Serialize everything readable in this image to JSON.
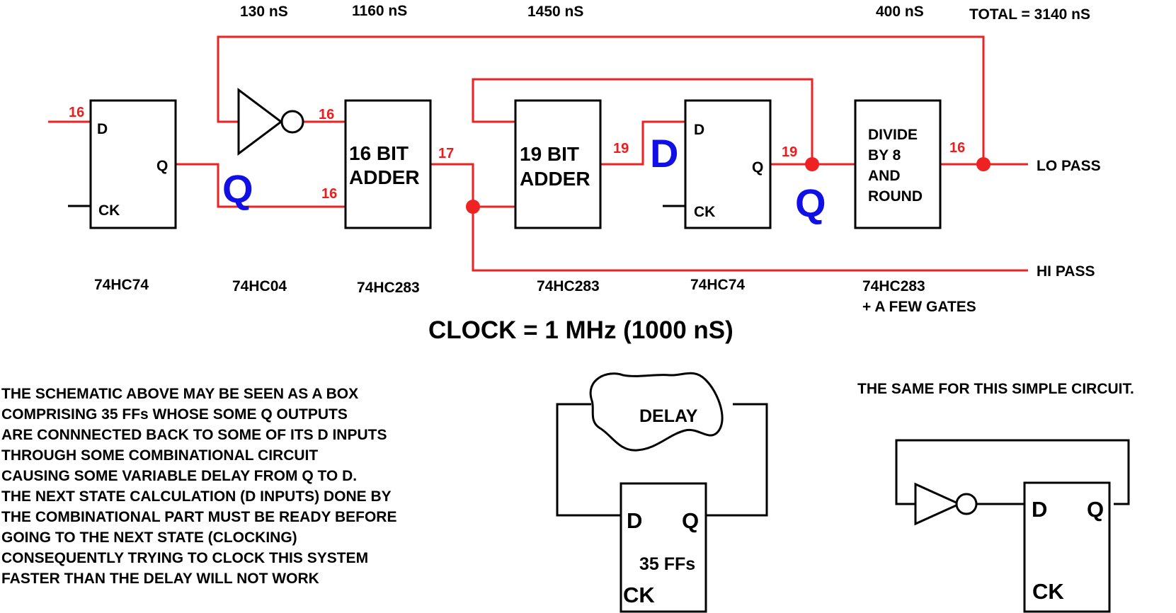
{
  "timings": [
    "130 nS",
    "1160 nS",
    "1450 nS",
    "400 nS"
  ],
  "total": "TOTAL = 3140 nS",
  "blocks": {
    "ff1": {
      "d": "D",
      "q": "Q",
      "ck": "CK"
    },
    "adder16": [
      "16 BIT",
      "ADDER"
    ],
    "adder19": [
      "19 BIT",
      "ADDER"
    ],
    "ff2": {
      "d": "D",
      "q": "Q",
      "ck": "CK"
    },
    "divide": [
      "DIVIDE",
      "BY 8",
      "AND",
      "ROUND"
    ]
  },
  "bus_widths": {
    "ff1_in": "16",
    "inv_out": "16",
    "adder16_in_b": "16",
    "adder16_out": "17",
    "adder19_out": "19",
    "ff2_out": "19",
    "divide_out": "16"
  },
  "big_labels": {
    "q1": "Q",
    "d2": "D",
    "q2": "Q"
  },
  "outputs": {
    "lo": "LO  PASS",
    "hi": "HI PASS"
  },
  "chips": {
    "ff1": "74HC74",
    "inv": "74HC04",
    "adder16": "74HC283",
    "adder19": "74HC283",
    "ff2": "74HC74",
    "divide": [
      "74HC283",
      "+ A FEW GATES"
    ]
  },
  "clock": "CLOCK = 1 MHz   (1000 nS)",
  "explanation": [
    "THE SCHEMATIC ABOVE MAY BE SEEN AS A BOX",
    "COMPRISING 35 FFs WHOSE SOME Q OUTPUTS",
    "ARE CONNNECTED BACK TO SOME OF ITS D INPUTS",
    "THROUGH SOME COMBINATIONAL CIRCUIT",
    "CAUSING SOME VARIABLE DELAY FROM Q TO D.",
    "THE NEXT STATE CALCULATION (D INPUTS) DONE BY",
    "THE COMBINATIONAL PART MUST BE READY BEFORE",
    "GOING TO THE NEXT STATE (CLOCKING)",
    "CONSEQUENTLY TRYING TO CLOCK THIS SYSTEM",
    "FASTER THAN THE DELAY WILL NOT WORK"
  ],
  "delay_diagram": {
    "cloud": "DELAY",
    "d": "D",
    "q": "Q",
    "count": "35 FFs",
    "ck": "CK"
  },
  "simple_circuit": {
    "caption": "THE SAME FOR THIS SIMPLE CIRCUIT.",
    "d": "D",
    "q": "Q",
    "ck": "CK"
  }
}
